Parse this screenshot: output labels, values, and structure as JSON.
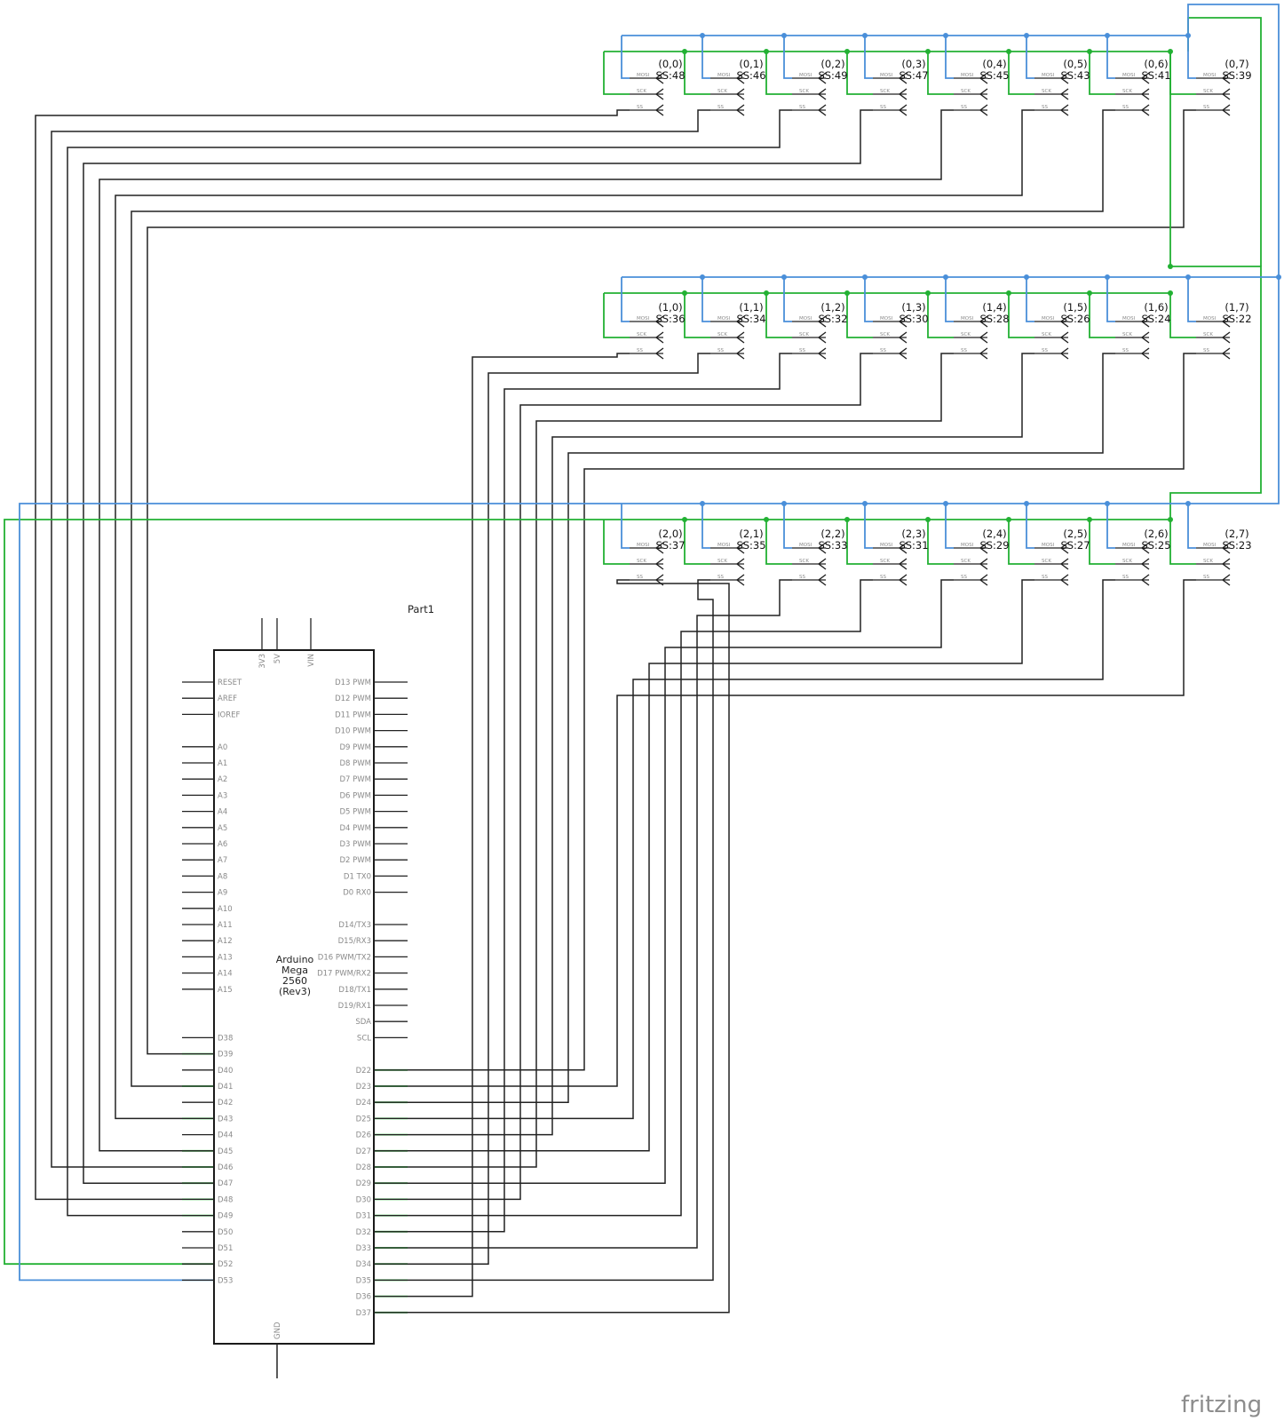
{
  "part_label": "Part1",
  "board": {
    "title_lines": [
      "Arduino",
      "Mega",
      "2560",
      "(Rev3)"
    ],
    "top_pins": [
      "3V3",
      "5V",
      "VIN"
    ],
    "bottom_pin": "GND",
    "left_pins": [
      "RESET",
      "AREF",
      "IOREF",
      "",
      "A0",
      "A1",
      "A2",
      "A3",
      "A4",
      "A5",
      "A6",
      "A7",
      "A8",
      "A9",
      "A10",
      "A11",
      "A12",
      "A13",
      "A14",
      "A15",
      "",
      "",
      "D38",
      "D39",
      "D40",
      "D41",
      "D42",
      "D43",
      "D44",
      "D45",
      "D46",
      "D47",
      "D48",
      "D49",
      "D50",
      "D51",
      "D52",
      "D53"
    ],
    "right_pins": [
      "D13 PWM",
      "D12 PWM",
      "D11 PWM",
      "D10 PWM",
      "D9 PWM",
      "D8 PWM",
      "D7 PWM",
      "D6 PWM",
      "D5 PWM",
      "D4 PWM",
      "D3 PWM",
      "D2 PWM",
      "D1 TX0",
      "D0 RX0",
      "",
      "D14/TX3",
      "D15/RX3",
      "D16 PWM/TX2",
      "D17 PWM/RX2",
      "D18/TX1",
      "D19/RX1",
      "SDA",
      "SCL",
      "",
      "D22",
      "D23",
      "D24",
      "D25",
      "D26",
      "D27",
      "D28",
      "D29",
      "D30",
      "D31",
      "D32",
      "D33",
      "D34",
      "D35",
      "D36",
      "D37"
    ]
  },
  "module_pins": [
    "MOSI",
    "SCK",
    "SS"
  ],
  "modules": [
    {
      "coord": "(0,0)",
      "ss": "SS:48"
    },
    {
      "coord": "(0,1)",
      "ss": "SS:46"
    },
    {
      "coord": "(0,2)",
      "ss": "SS:49"
    },
    {
      "coord": "(0,3)",
      "ss": "SS:47"
    },
    {
      "coord": "(0,4)",
      "ss": "SS:45"
    },
    {
      "coord": "(0,5)",
      "ss": "SS:43"
    },
    {
      "coord": "(0,6)",
      "ss": "SS:41"
    },
    {
      "coord": "(0,7)",
      "ss": "SS:39"
    },
    {
      "coord": "(1,0)",
      "ss": "SS:36"
    },
    {
      "coord": "(1,1)",
      "ss": "SS:34"
    },
    {
      "coord": "(1,2)",
      "ss": "SS:32"
    },
    {
      "coord": "(1,3)",
      "ss": "SS:30"
    },
    {
      "coord": "(1,4)",
      "ss": "SS:28"
    },
    {
      "coord": "(1,5)",
      "ss": "SS:26"
    },
    {
      "coord": "(1,6)",
      "ss": "SS:24"
    },
    {
      "coord": "(1,7)",
      "ss": "SS:22"
    },
    {
      "coord": "(2,0)",
      "ss": "SS:37"
    },
    {
      "coord": "(2,1)",
      "ss": "SS:35"
    },
    {
      "coord": "(2,2)",
      "ss": "SS:33"
    },
    {
      "coord": "(2,3)",
      "ss": "SS:31"
    },
    {
      "coord": "(2,4)",
      "ss": "SS:29"
    },
    {
      "coord": "(2,5)",
      "ss": "SS:27"
    },
    {
      "coord": "(2,6)",
      "ss": "SS:25"
    },
    {
      "coord": "(2,7)",
      "ss": "SS:23"
    }
  ],
  "logo": "fritzing",
  "colors": {
    "mosi_bus": "#4a8fd9",
    "sck_bus": "#22b133",
    "ss_wire": "#222222",
    "board": "#1a1a1a",
    "pin_text": "#8a8a8a"
  }
}
